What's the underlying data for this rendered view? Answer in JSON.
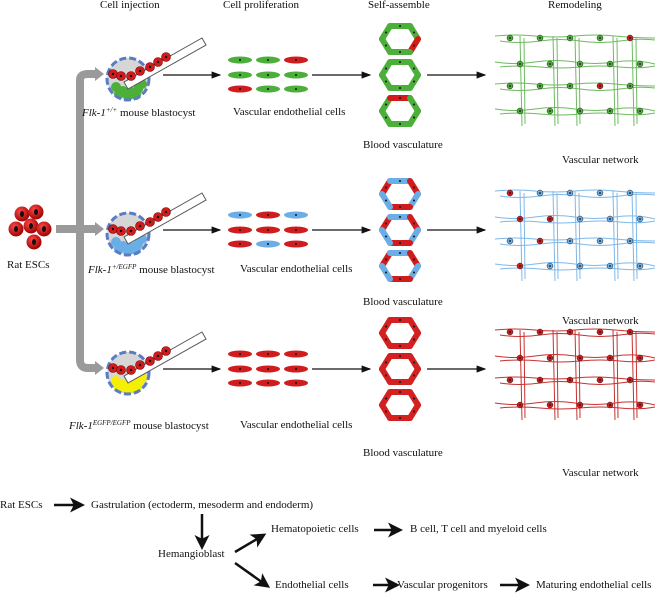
{
  "stages": {
    "cell_injection": "Cell injection",
    "cell_proliferation": "Cell proliferation",
    "self_assemble": "Self-assemble",
    "remodeling": "Remodeling"
  },
  "source": {
    "label": "Rat ESCs"
  },
  "rows": [
    {
      "genotype_gene": "Flk-1",
      "genotype_sup": "+/+",
      "blastocyst_suffix": " mouse blastocyst",
      "icm_color": "#4caf3a",
      "cells_label": "Vascular endothelial cells",
      "vasculature_label": "Blood vasculature",
      "network_label": "Vascular network",
      "cell_grid": [
        [
          "host",
          "host",
          "rat"
        ],
        [
          "host",
          "host",
          "host"
        ],
        [
          "rat",
          "host",
          "host"
        ]
      ],
      "host_color": "#4caf3a",
      "network_host_color": "#6dbb5e"
    },
    {
      "genotype_gene": "Flk-1",
      "genotype_sup": "+/EGFP",
      "blastocyst_suffix": " mouse blastocyst",
      "icm_color": "#6aaee8",
      "cells_label": "Vascular endothelial cells",
      "vasculature_label": "Blood vasculature",
      "network_label": "Vascular network",
      "cell_grid": [
        [
          "host",
          "rat",
          "host"
        ],
        [
          "rat",
          "rat",
          "rat"
        ],
        [
          "rat",
          "host",
          "rat"
        ]
      ],
      "host_color": "#6aaee8",
      "network_host_color": "#7fb8e8"
    },
    {
      "genotype_gene": "Flk-1",
      "genotype_sup": "EGFP/EGFP",
      "blastocyst_suffix": " mouse blastocyst",
      "icm_color": "#f5f000",
      "cells_label": "Vascular endothelial cells",
      "vasculature_label": "Blood vasculature",
      "network_label": "Vascular network",
      "cell_grid": [
        [
          "rat",
          "rat",
          "rat"
        ],
        [
          "rat",
          "rat",
          "rat"
        ],
        [
          "rat",
          "rat",
          "rat"
        ]
      ],
      "host_color": "#d32020",
      "network_host_color": "#c83030"
    }
  ],
  "colors": {
    "rat": "#d01c1c",
    "zona": "#5a7cc4",
    "arrow_gray": "#9a9a9a"
  },
  "lineage": {
    "rat_escs": "Rat ESCs",
    "gastrulation": "Gastrulation (ectoderm, mesoderm and endoderm)",
    "hemangioblast": "Hemangioblast",
    "hematopoietic": "Hematopoietic cells",
    "blood_cells": "B cell, T cell and myeloid cells",
    "endothelial": "Endothelial cells",
    "progenitors": "Vascular progenitors",
    "maturing": "Maturing endothelial cells"
  }
}
